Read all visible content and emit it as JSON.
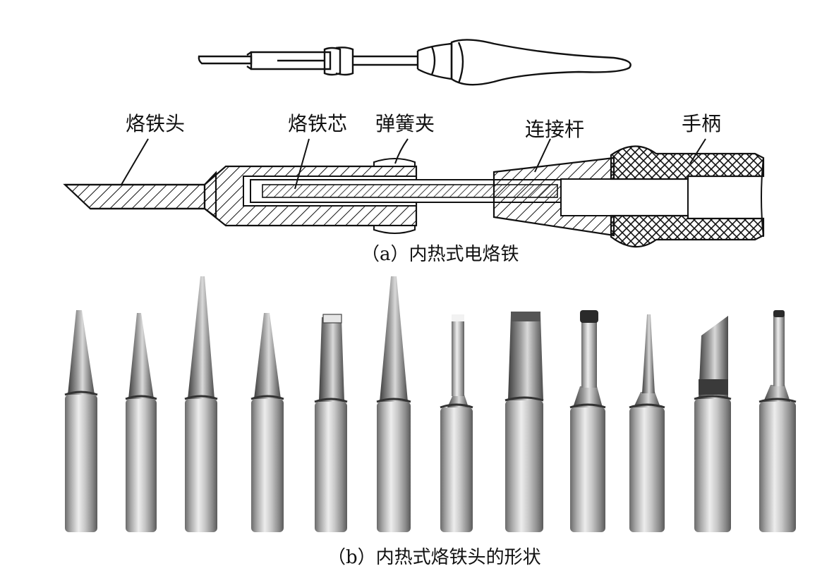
{
  "labels": {
    "tip": "烙铁头",
    "core": "烙铁芯",
    "spring_clip": "弹簧夹",
    "connecting_rod": "连接杆",
    "handle": "手柄"
  },
  "captions": {
    "a": "（a）内热式电烙铁",
    "b": "（b）内热式烙铁头的形状"
  },
  "tip_shapes": [
    "conical",
    "conical",
    "long-conical",
    "conical",
    "chisel",
    "long-conical",
    "thin-pin",
    "wide-chisel",
    "hollow-cup",
    "needle",
    "bevel-knife",
    "thin-pin"
  ]
}
